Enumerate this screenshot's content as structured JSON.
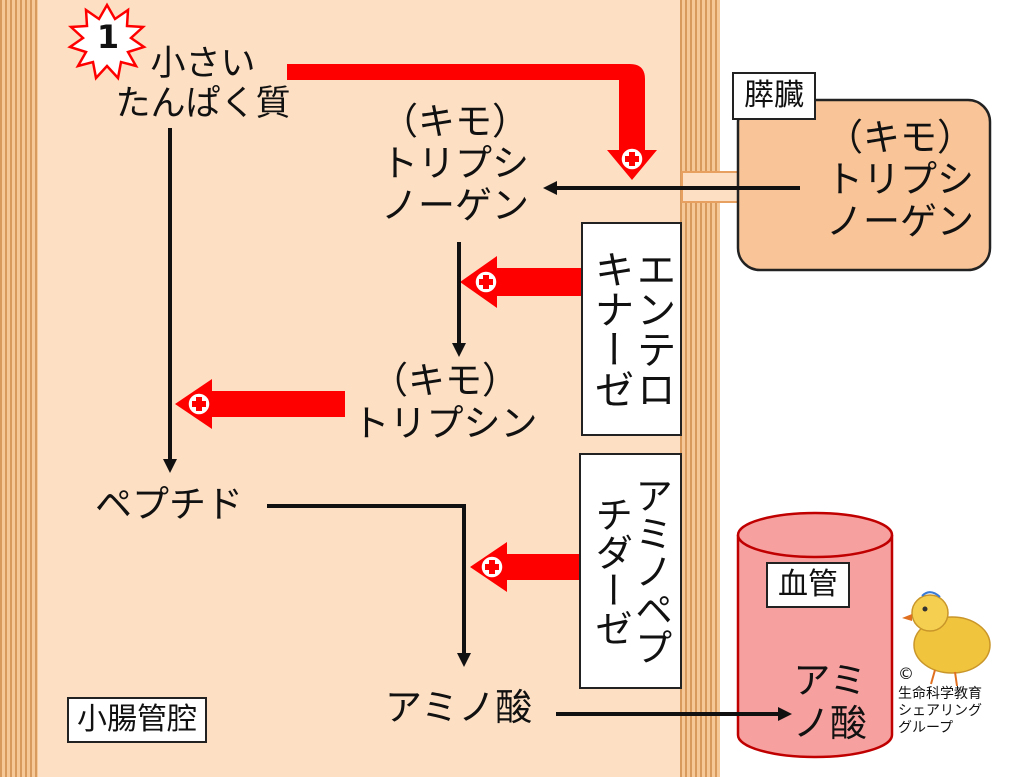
{
  "labels": {
    "badge_number": "1",
    "small_protein": "小さい\nたんぱく質",
    "chymotrypsinogen_lumen": "（キモ）\nトリプシ\nノーゲン",
    "chymotrypsin": "（キモ）\nトリプシン",
    "peptide": "ペプチド",
    "amino_acid_lumen": "アミノ酸",
    "lumen_region": "小腸管腔",
    "pancreas": "膵臓",
    "chymotrypsinogen_pancreas": "（キモ）\nトリプシ\nノーゲン",
    "enterokinase_col1": "エンテロ",
    "enterokinase_col2": "キナーゼ",
    "aminopeptidase_col1": "アミノペプ",
    "aminopeptidase_col2": "チダーゼ",
    "blood_vessel": "血管",
    "amino_acid_blood": "アミ\nノ酸",
    "credit_symbol": "©",
    "credit_text": "生命科学教育\nシェアリング\nグループ"
  },
  "colors": {
    "lumen_fill": "#fde0c4",
    "wall_stripe": "#e8b078",
    "pancreas_fill": "#f9c598",
    "vessel_fill": "#f7a0a0",
    "arrow_red": "#ff0000",
    "arrow_black": "#111111"
  },
  "icons": {
    "activation_marker": "plus-icon",
    "badge": "starburst-icon",
    "mascot": "chick-icon"
  }
}
